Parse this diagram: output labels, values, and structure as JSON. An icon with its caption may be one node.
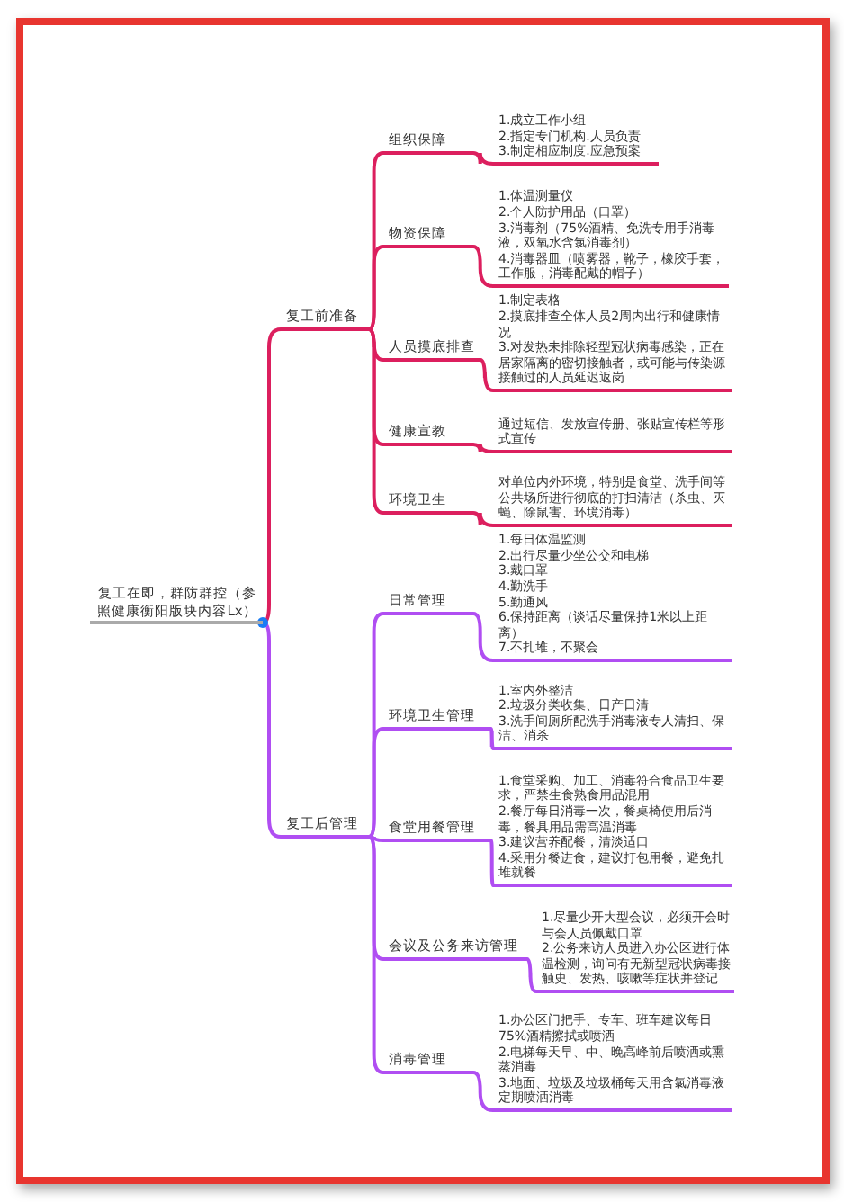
{
  "diagram": {
    "nodes": [
      {
        "text": [
          "复工在即，群防群控（参照健康衡阳版块内容Lx）"
        ]
      },
      {
        "text": [
          "复工前准备"
        ]
      },
      {
        "text": [
          "组织保障"
        ]
      },
      {
        "text": [
          "1.成立工作小组",
          "2.指定专门机构.人员负责",
          "3.制定相应制度.应急预案"
        ]
      },
      {
        "text": [
          "物资保障"
        ]
      },
      {
        "text": [
          "1.体温测量仪",
          "2.个人防护用品（口罩）",
          "3.消毒剂（75%酒精、免洗专用手消毒液，双氧水含氯消毒剂）",
          "4.消毒器皿（喷雾器，靴子，橡胶手套，工作服，消毒配戴的帽子）"
        ]
      },
      {
        "text": [
          "人员摸底排查"
        ]
      },
      {
        "text": [
          "1.制定表格",
          "2.摸底排查全体人员2周内出行和健康情况",
          "3.对发热未排除轻型冠状病毒感染，正在居家隔离的密切接触者，或可能与传染源接触过的人员延迟返岗"
        ]
      },
      {
        "text": [
          "健康宣教"
        ]
      },
      {
        "text": [
          "通过短信、发放宣传册、张贴宣传栏等形式宣传"
        ]
      },
      {
        "text": [
          "环境卫生"
        ]
      },
      {
        "text": [
          "对单位内外环境，特别是食堂、洗手间等公共场所进行彻底的打扫清洁（杀虫、灭蝇、除鼠害、环境消毒）"
        ]
      },
      {
        "text": [
          "复工后管理"
        ]
      },
      {
        "text": [
          "日常管理"
        ]
      },
      {
        "text": [
          "1.每日体温监测",
          "2.出行尽量少坐公交和电梯",
          "3.戴口罩",
          "4.勤洗手",
          "5.勤通风",
          "6.保持距离（谈话尽量保持1米以上距离）",
          "7.不扎堆，不聚会"
        ]
      },
      {
        "text": [
          "环境卫生管理"
        ]
      },
      {
        "text": [
          "1.室内外整洁",
          "2.垃圾分类收集、日产日清",
          "3.洗手间厕所配洗手消毒液专人清扫、保洁、消杀"
        ]
      },
      {
        "text": [
          "食堂用餐管理"
        ]
      },
      {
        "text": [
          "1.食堂采购、加工、消毒符合食品卫生要求，严禁生食熟食用品混用",
          "2.餐厅每日消毒一次，餐桌椅使用后消毒，餐具用品需高温消毒",
          "3.建议营养配餐，清淡适口",
          "4.采用分餐进食，建议打包用餐，避免扎堆就餐"
        ]
      },
      {
        "text": [
          "会议及公务来访管理"
        ]
      },
      {
        "text": [
          "1.尽量少开大型会议，必须开会时与会人员佩戴口罩",
          "2.公务来访人员进入办公区进行体温检测，询问有无新型冠状病毒接触史、发热、咳嗽等症状并登记"
        ]
      },
      {
        "text": [
          "消毒管理"
        ]
      },
      {
        "text": [
          "1.办公区门把手、专车、班车建议每日75%酒精擦拭或喷洒",
          "2.电梯每天早、中、晚高峰前后喷洒或熏蒸消毒",
          "3.地面、垃圾及垃圾桶每天用含氯消毒液定期喷洒消毒"
        ]
      }
    ],
    "edges": [
      {
        "from": 0,
        "to": 1,
        "arrow": "none",
        "color": "#dc1f5e"
      },
      {
        "from": 1,
        "to": 2,
        "arrow": "none",
        "color": "#dc1f5e"
      },
      {
        "from": 2,
        "to": 3,
        "arrow": "none",
        "color": "#dc1f5e"
      },
      {
        "from": 1,
        "to": 4,
        "arrow": "none",
        "color": "#dc1f5e"
      },
      {
        "from": 4,
        "to": 5,
        "arrow": "none",
        "color": "#dc1f5e"
      },
      {
        "from": 1,
        "to": 6,
        "arrow": "none",
        "color": "#dc1f5e"
      },
      {
        "from": 6,
        "to": 7,
        "arrow": "none",
        "color": "#dc1f5e"
      },
      {
        "from": 1,
        "to": 8,
        "arrow": "none",
        "color": "#dc1f5e"
      },
      {
        "from": 8,
        "to": 9,
        "arrow": "none",
        "color": "#dc1f5e"
      },
      {
        "from": 1,
        "to": 10,
        "arrow": "none",
        "color": "#dc1f5e"
      },
      {
        "from": 10,
        "to": 11,
        "arrow": "none",
        "color": "#dc1f5e"
      },
      {
        "from": 0,
        "to": 12,
        "arrow": "none",
        "color": "#b04ef2"
      },
      {
        "from": 12,
        "to": 13,
        "arrow": "none",
        "color": "#b04ef2"
      },
      {
        "from": 13,
        "to": 14,
        "arrow": "none",
        "color": "#b04ef2"
      },
      {
        "from": 12,
        "to": 15,
        "arrow": "none",
        "color": "#b04ef2"
      },
      {
        "from": 15,
        "to": 16,
        "arrow": "none",
        "color": "#b04ef2"
      },
      {
        "from": 12,
        "to": 17,
        "arrow": "none",
        "color": "#b04ef2"
      },
      {
        "from": 17,
        "to": 18,
        "arrow": "none",
        "color": "#b04ef2"
      },
      {
        "from": 12,
        "to": 19,
        "arrow": "none",
        "color": "#b04ef2"
      },
      {
        "from": 19,
        "to": 20,
        "arrow": "none",
        "color": "#b04ef2"
      },
      {
        "from": 12,
        "to": 21,
        "arrow": "none",
        "color": "#b04ef2"
      },
      {
        "from": 21,
        "to": 22,
        "arrow": "none",
        "color": "#b04ef2"
      }
    ]
  }
}
